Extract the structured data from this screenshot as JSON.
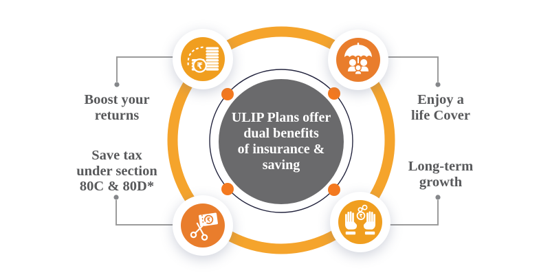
{
  "center": {
    "lines": [
      "ULIP Plans offer",
      "dual benefits",
      "of insurance &",
      "saving"
    ]
  },
  "benefits": {
    "top_left": {
      "label_lines": [
        "Boost your",
        "returns"
      ],
      "icon": "coins-growth-icon"
    },
    "top_right": {
      "label_lines": [
        "Enjoy a",
        "life Cover"
      ],
      "icon": "umbrella-family-icon"
    },
    "bottom_left": {
      "label_lines": [
        "Save tax",
        "under section",
        "80C & 80D*"
      ],
      "icon": "scissors-tax-cut-icon"
    },
    "bottom_right": {
      "label_lines": [
        "Long-term",
        "growth"
      ],
      "icon": "hands-coins-icon"
    }
  },
  "glyphs": {
    "rupee": "₹"
  },
  "colors": {
    "ring": "#F5A42C",
    "dot_orange": "#F4791F",
    "navy": "#23243E",
    "center_gray": "#6A6A6C",
    "icon_gold": "#F09E1F",
    "icon_deep_orange": "#E97D2C",
    "connector_gray": "#9B9B9B",
    "label_text": "#58595B"
  }
}
